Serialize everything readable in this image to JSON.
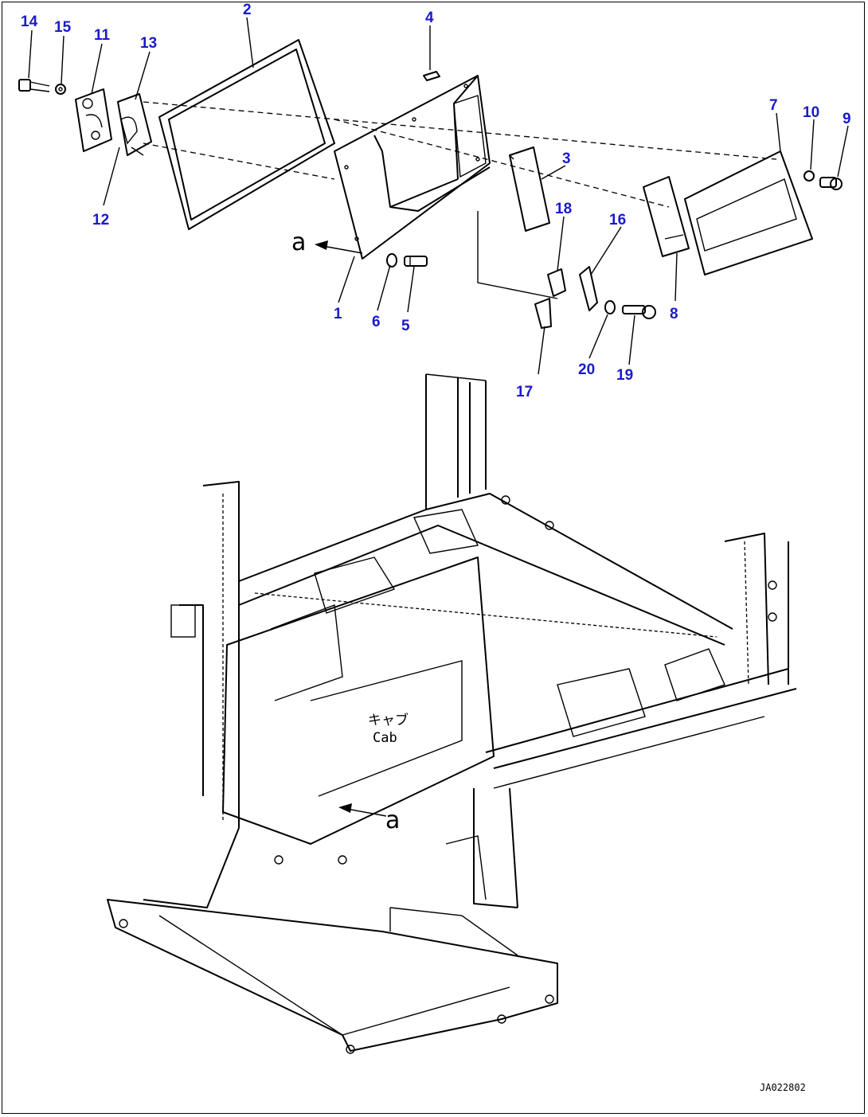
{
  "parts": [
    {
      "id": "14",
      "label": "14"
    },
    {
      "id": "15",
      "label": "15"
    },
    {
      "id": "11",
      "label": "11"
    },
    {
      "id": "13",
      "label": "13"
    },
    {
      "id": "12",
      "label": "12"
    },
    {
      "id": "2",
      "label": "2"
    },
    {
      "id": "4",
      "label": "4"
    },
    {
      "id": "3",
      "label": "3"
    },
    {
      "id": "1",
      "label": "1"
    },
    {
      "id": "6",
      "label": "6"
    },
    {
      "id": "5",
      "label": "5"
    },
    {
      "id": "18",
      "label": "18"
    },
    {
      "id": "16",
      "label": "16"
    },
    {
      "id": "17",
      "label": "17"
    },
    {
      "id": "20",
      "label": "20"
    },
    {
      "id": "19",
      "label": "19"
    },
    {
      "id": "7",
      "label": "7"
    },
    {
      "id": "10",
      "label": "10"
    },
    {
      "id": "9",
      "label": "9"
    },
    {
      "id": "8",
      "label": "8"
    }
  ],
  "view_marker": "a",
  "cab_label_jp": "キャブ",
  "cab_label_en": "Cab",
  "drawing_code": "JA022802",
  "colors": {
    "part_number": "#1a1acc",
    "line": "#000000",
    "background": "#ffffff"
  }
}
